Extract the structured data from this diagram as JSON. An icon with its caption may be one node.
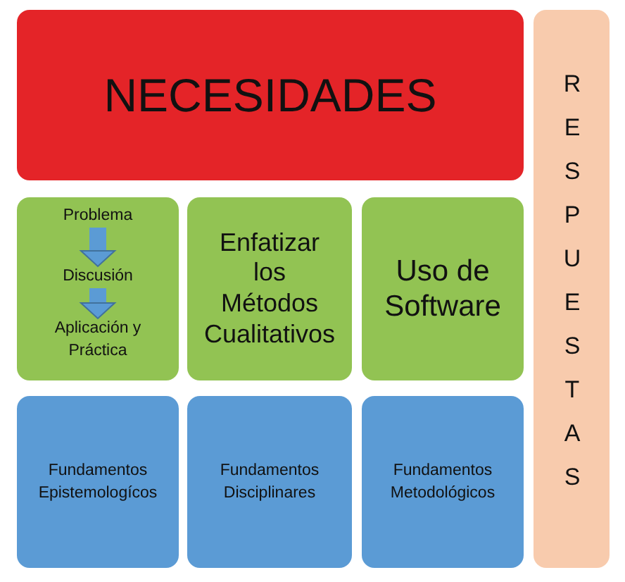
{
  "diagram": {
    "nodes": [
      {
        "text": [
          "NECESIDADES"
        ]
      },
      {
        "text": [
          "RESPUESTAS"
        ]
      },
      {
        "text": [],
        "shape": "box"
      },
      {
        "text": [
          "Problema"
        ],
        "in": 2
      },
      {
        "text": [
          "Discusión"
        ],
        "in": 2
      },
      {
        "text": [
          "Aplicación y Práctica"
        ],
        "in": 2
      },
      {
        "text": [
          "Enfatizar los Métodos Cualitativos"
        ]
      },
      {
        "text": [
          "Uso de Software"
        ]
      },
      {
        "text": [
          "Fundamentos Epistemologícos"
        ]
      },
      {
        "text": [
          "Fundamentos Disciplinares"
        ]
      },
      {
        "text": [
          "Fundamentos Metodológicos"
        ]
      }
    ],
    "edges": [
      {
        "from": 3,
        "to": 4,
        "arrow": "to"
      },
      {
        "from": 4,
        "to": 5,
        "arrow": "to"
      }
    ]
  }
}
